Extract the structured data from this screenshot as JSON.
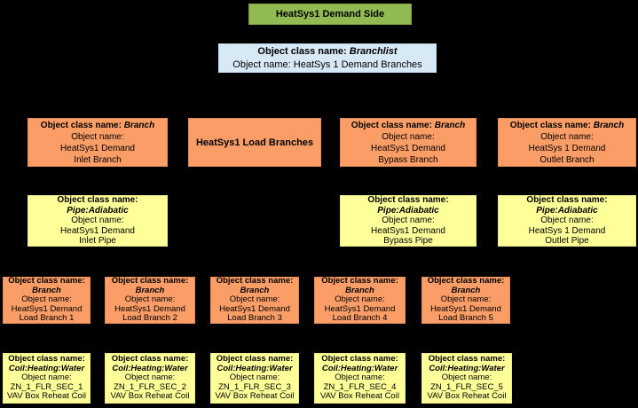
{
  "diagram": {
    "background_color": "#000000",
    "colors": {
      "root_green": "#92BA52",
      "branchlist_blue": "#D8E9F6",
      "branch_orange": "#FB9D66",
      "component_yellow": "#FFFF99",
      "text": "#000000"
    }
  },
  "labels": {
    "class_label": "Object class name:",
    "name_label": "Object name:"
  },
  "title_box": {
    "label": "HeatSys1 Demand Side"
  },
  "branchlist_box": {
    "class_name": "Branchlist",
    "object_line": "Object name: HeatSys 1 Demand Branches"
  },
  "load_branches_box": {
    "label": "HeatSys1 Load Branches"
  },
  "inlet_branch": {
    "class_name": "Branch",
    "name_lines": [
      "HeatSys1 Demand",
      "Inlet Branch"
    ]
  },
  "bypass_branch": {
    "class_name": "Branch",
    "name_lines": [
      "HeatSys1 Demand",
      "Bypass Branch"
    ]
  },
  "outlet_branch": {
    "class_name": "Branch",
    "name_lines": [
      "HeatSys 1 Demand",
      "Outlet Branch"
    ]
  },
  "inlet_pipe": {
    "class_name": "Pipe:Adiabatic",
    "name_lines": [
      "HeatSys1 Demand",
      "Inlet Pipe"
    ]
  },
  "bypass_pipe": {
    "class_name": "Pipe:Adiabatic",
    "name_lines": [
      "HeatSys1 Demand",
      "Bypass Pipe"
    ]
  },
  "outlet_pipe": {
    "class_name": "Pipe:Adiabatic",
    "name_lines": [
      "HeatSys 1 Demand",
      "Outlet Pipe"
    ]
  },
  "load_branches": [
    {
      "class_name": "Branch",
      "name_lines": [
        "HeatSys1 Demand",
        "Load Branch 1"
      ]
    },
    {
      "class_name": "Branch",
      "name_lines": [
        "HeatSys1 Demand",
        "Load Branch 2"
      ]
    },
    {
      "class_name": "Branch",
      "name_lines": [
        "HeatSys1 Demand",
        "Load Branch 3"
      ]
    },
    {
      "class_name": "Branch",
      "name_lines": [
        "HeatSys1 Demand",
        "Load Branch 4"
      ]
    },
    {
      "class_name": "Branch",
      "name_lines": [
        "HeatSys1 Demand",
        "Load Branch 5"
      ]
    }
  ],
  "reheat_coils": [
    {
      "class_name": "Coil:Heating:Water",
      "name_lines": [
        "ZN_1_FLR_SEC_1",
        "VAV Box Reheat Coil"
      ]
    },
    {
      "class_name": "Coil:Heating:Water",
      "name_lines": [
        "ZN_1_FLR_SEC_2",
        "VAV Box Reheat Coil"
      ]
    },
    {
      "class_name": "Coil:Heating:Water",
      "name_lines": [
        "ZN_1_FLR_SEC_3",
        "VAV Box Reheat Coil"
      ]
    },
    {
      "class_name": "Coil:Heating:Water",
      "name_lines": [
        "ZN_1_FLR_SEC_4",
        "VAV Box Reheat Coil"
      ]
    },
    {
      "class_name": "Coil:Heating:Water",
      "name_lines": [
        "ZN_1_FLR_SEC_5",
        "VAV Box Reheat Coil"
      ]
    }
  ]
}
